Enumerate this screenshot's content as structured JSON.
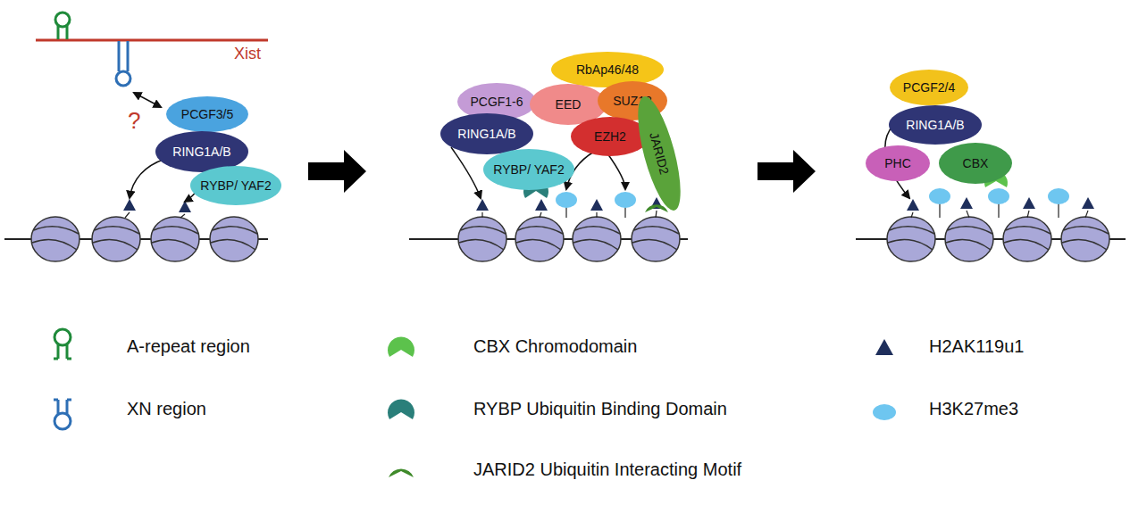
{
  "diagram": {
    "nodes": [
      {
        "text": [
          "PCGF3/5"
        ]
      },
      {
        "text": [
          "RING1A/B"
        ]
      },
      {
        "text": [
          "RYBP/ YAF2"
        ]
      },
      {
        "text": [
          "PCGF1-6"
        ]
      },
      {
        "text": [
          "RING1A/B"
        ]
      },
      {
        "text": [
          "RYBP/ YAF2"
        ]
      },
      {
        "text": [
          "RbAp46/48"
        ]
      },
      {
        "text": [
          "EED"
        ]
      },
      {
        "text": [
          "SUZ12"
        ]
      },
      {
        "text": [
          "EZH2"
        ]
      },
      {
        "text": [
          "JARID2"
        ]
      },
      {
        "text": [
          "PCGF2/4"
        ]
      },
      {
        "text": [
          "RING1A/B"
        ]
      },
      {
        "text": [
          "PHC"
        ]
      },
      {
        "text": [
          "CBX"
        ]
      }
    ],
    "labels": [
      "Xist",
      "?"
    ],
    "legend": [
      {
        "text": "A-repeat region"
      },
      {
        "text": "XN region"
      },
      {
        "text": "CBX Chromodomain"
      },
      {
        "text": "RYBP Ubiquitin Binding Domain"
      },
      {
        "text": "JARID2 Ubiquitin Interacting Motif"
      },
      {
        "text": "H2AK119u1"
      },
      {
        "text": "H3K27me3"
      }
    ]
  }
}
